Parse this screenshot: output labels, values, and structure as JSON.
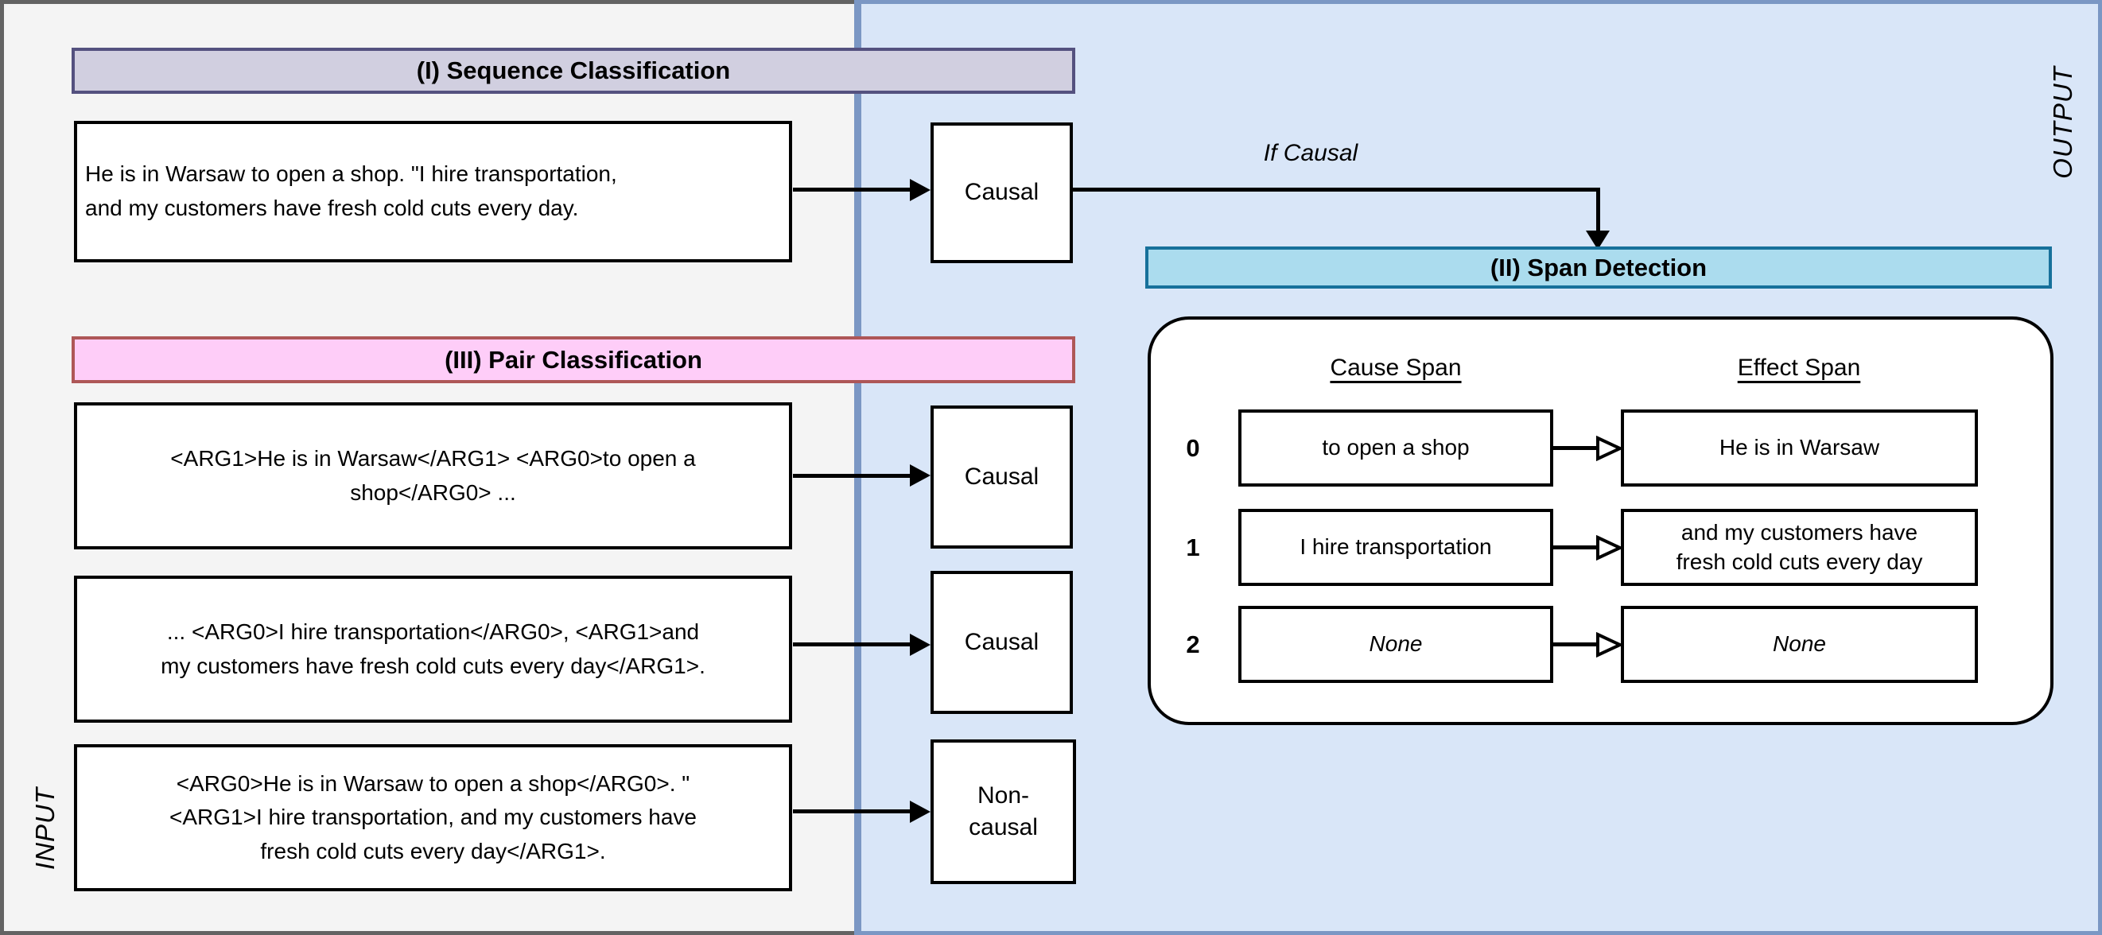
{
  "labels": {
    "input": "INPUT",
    "output": "OUTPUT",
    "if_causal": "If Causal"
  },
  "sequence_classification": {
    "title": "(I) Sequence Classification",
    "input_text": "He is in Warsaw to open a shop. \"I hire transportation, and my customers have fresh cold cuts every day.",
    "result": "Causal"
  },
  "span_detection": {
    "title": "(II) Span Detection",
    "cause_header": "Cause Span",
    "effect_header": "Effect Span",
    "rows": [
      {
        "index": "0",
        "cause": "to open a shop",
        "effect": "He is in Warsaw"
      },
      {
        "index": "1",
        "cause": "I hire transportation",
        "effect": "and my customers have fresh cold cuts every day"
      },
      {
        "index": "2",
        "cause": "None",
        "effect": "None"
      }
    ]
  },
  "pair_classification": {
    "title": "(III) Pair Classification",
    "pairs": [
      {
        "text": "<ARG1>He is in Warsaw</ARG1> <ARG0>to open a shop</ARG0> ...",
        "result": "Causal"
      },
      {
        "text": "... <ARG0>I hire transportation</ARG0>, <ARG1>and my customers have fresh cold cuts every day</ARG1>.",
        "result": "Causal"
      },
      {
        "text": "<ARG0>He is in Warsaw to open a shop</ARG0>. \" <ARG1>I hire transportation, and my customers have fresh cold cuts every day</ARG1>.",
        "result": "Non-causal"
      }
    ]
  },
  "colors": {
    "left_panel_bg": "#f4f4f4",
    "right_panel_bg": "#d9e6f8",
    "left_frame_border": "#636363",
    "right_frame_border": "#7b97c4",
    "seq_header_fill": "#d1cfe0",
    "seq_header_border": "#54517f",
    "span_header_fill": "#abdcee",
    "span_header_border": "#17719b",
    "pair_header_fill": "#fecdf8",
    "pair_header_border": "#ae5757",
    "box_border": "#000000"
  }
}
